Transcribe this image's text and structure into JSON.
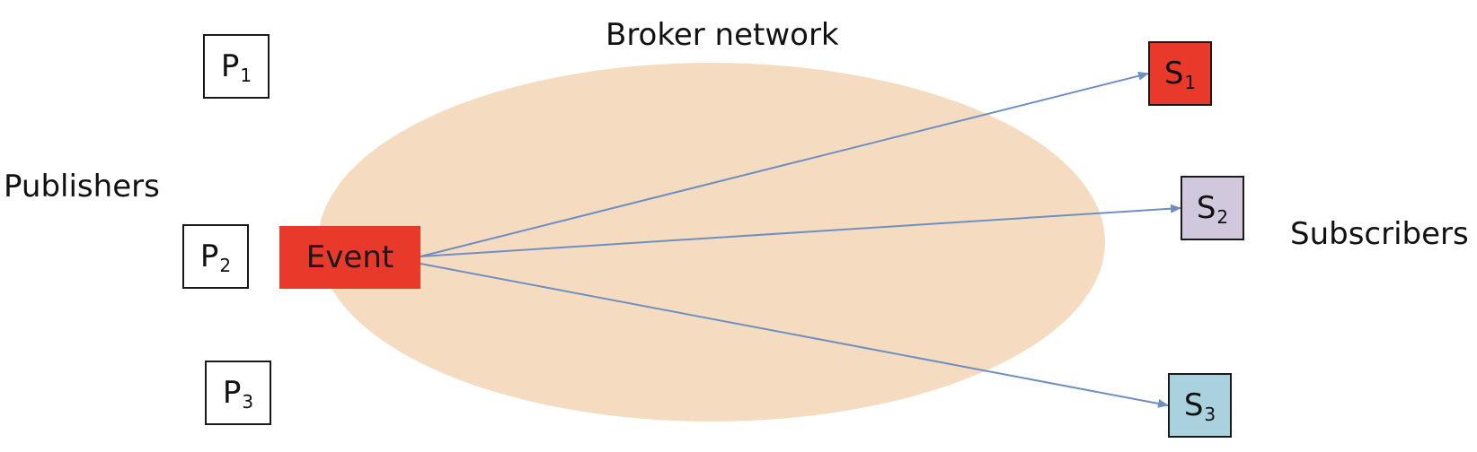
{
  "title": "Broker network",
  "publishers_label": "Publishers",
  "subscribers_label": "Subscribers",
  "event": {
    "label": "Event",
    "color": "#e8392a"
  },
  "broker_color": "#f5dcc0",
  "arrow_color": "#6e8fbf",
  "publishers": [
    {
      "letter": "P",
      "index": "1"
    },
    {
      "letter": "P",
      "index": "2"
    },
    {
      "letter": "P",
      "index": "3"
    }
  ],
  "subscribers": [
    {
      "letter": "S",
      "index": "1",
      "color": "#e8392a"
    },
    {
      "letter": "S",
      "index": "2",
      "color": "#d2c8de"
    },
    {
      "letter": "S",
      "index": "3",
      "color": "#a9d2de"
    }
  ]
}
